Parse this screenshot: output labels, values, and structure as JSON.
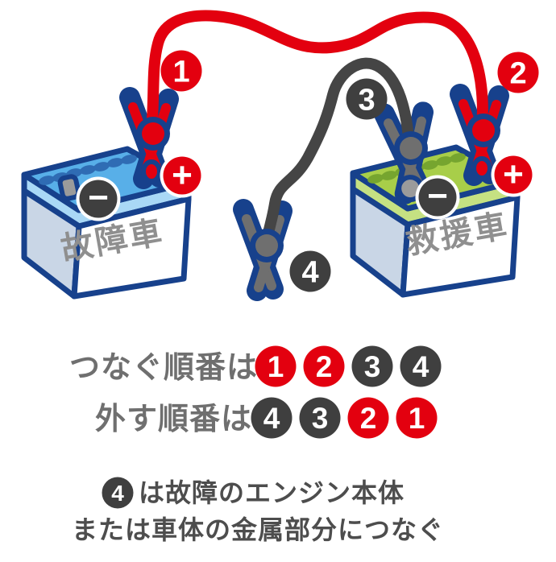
{
  "colors": {
    "red": "#E3000F",
    "dark": "#3F3F3F",
    "navy": "#17418C",
    "battery_blue": "#58AFE8",
    "battery_blue_rim": "#A9D8F6",
    "battery_blue_vent": "#2F6CB4",
    "battery_green": "#A8CE49",
    "battery_green_rim": "#C5E182",
    "battery_green_vent": "#76A52F",
    "cable_black": "#454545",
    "clamp_gray": "#6F6F6F",
    "terminal_gray": "#9B9B9B",
    "body_side": "#C9D6E6",
    "label_gray": "#8F8F8F",
    "legend_text": "#6F6F6F",
    "note_text": "#4D4D4D"
  },
  "illustration": {
    "batteries": {
      "broken": {
        "label": "故障車",
        "plus": "+",
        "minus": "−"
      },
      "rescue": {
        "label": "救援車",
        "plus": "+",
        "minus": "−"
      }
    },
    "callouts": [
      {
        "n": "1",
        "color": "#E3000F"
      },
      {
        "n": "2",
        "color": "#E3000F"
      },
      {
        "n": "3",
        "color": "#3F3F3F"
      },
      {
        "n": "4",
        "color": "#3F3F3F"
      }
    ]
  },
  "legend": {
    "connect": {
      "label": "つなぐ順番は",
      "steps": [
        {
          "n": "1",
          "color": "#E3000F"
        },
        {
          "n": "2",
          "color": "#E3000F"
        },
        {
          "n": "3",
          "color": "#3F3F3F"
        },
        {
          "n": "4",
          "color": "#3F3F3F"
        }
      ]
    },
    "disconnect": {
      "label": "外す順番は",
      "steps": [
        {
          "n": "4",
          "color": "#3F3F3F"
        },
        {
          "n": "3",
          "color": "#3F3F3F"
        },
        {
          "n": "2",
          "color": "#E3000F"
        },
        {
          "n": "1",
          "color": "#E3000F"
        }
      ]
    }
  },
  "note": {
    "badge": "4",
    "line1": "は故障のエンジン本体",
    "line2": "または車体の金属部分につなぐ"
  }
}
